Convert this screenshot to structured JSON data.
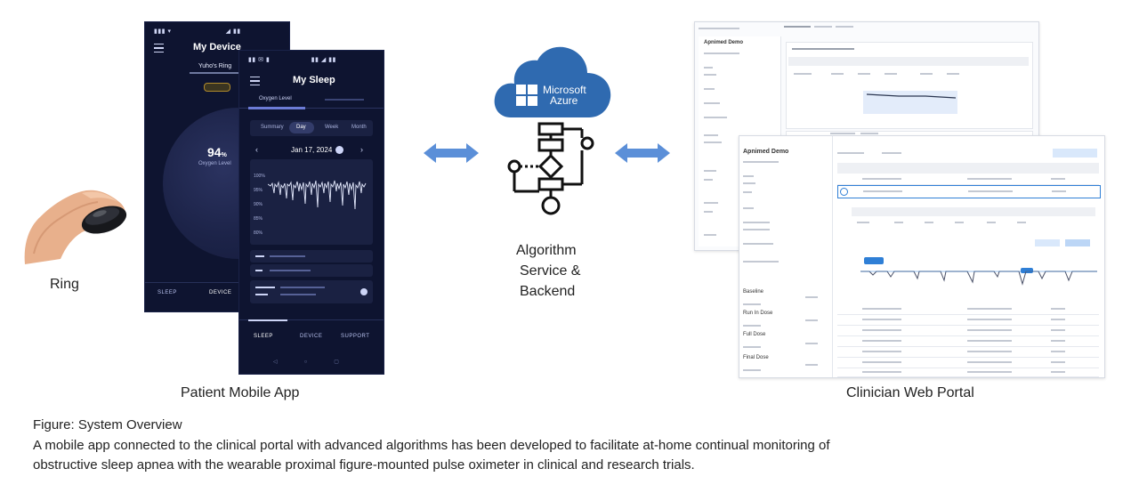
{
  "labels": {
    "ring": "Ring",
    "patient_app": "Patient Mobile App",
    "algorithm": [
      "Algorithm",
      "Service &",
      "Backend"
    ],
    "clinician_portal": "Clinician Web Portal"
  },
  "azure": {
    "brand_top": "Microsoft",
    "brand_bottom": "Azure",
    "cloud_color": "#2f6ab0"
  },
  "phone_device": {
    "title": "My Device",
    "ring_name": "Yuho's Ring",
    "oxygen_value": "94",
    "oxygen_unit": "%",
    "oxygen_label": "Oxygen Level",
    "nav": [
      "SLEEP",
      "DEVICE"
    ]
  },
  "phone_sleep": {
    "title": "My Sleep",
    "tab_active": "Oxygen Level",
    "segments": [
      "Summary",
      "Day",
      "Week",
      "Month"
    ],
    "segment_selected": 1,
    "date": "Jan 17, 2024",
    "y_ticks": [
      "100%",
      "95%",
      "90%",
      "85%",
      "80%"
    ],
    "nav": [
      "SLEEP",
      "DEVICE",
      "SUPPORT"
    ]
  },
  "portal": {
    "user_name": "Apnimed Demo",
    "detail_sections": [
      "Baseline",
      "Run In Dose",
      "Full Dose",
      "Final Dose"
    ]
  },
  "caption": {
    "title": "Figure: System Overview",
    "line1": "A mobile app connected to the clinical portal with advanced algorithms has been developed to facilitate at-home continual monitoring of",
    "line2": "obstructive sleep apnea with the wearable proximal figure-mounted pulse oximeter in clinical and research trials."
  },
  "colors": {
    "arrow": "#5b8fd8",
    "phone_bg": "#0e1430",
    "chart_line": "#e6ebff",
    "portal_accent": "#2f7fd6"
  }
}
